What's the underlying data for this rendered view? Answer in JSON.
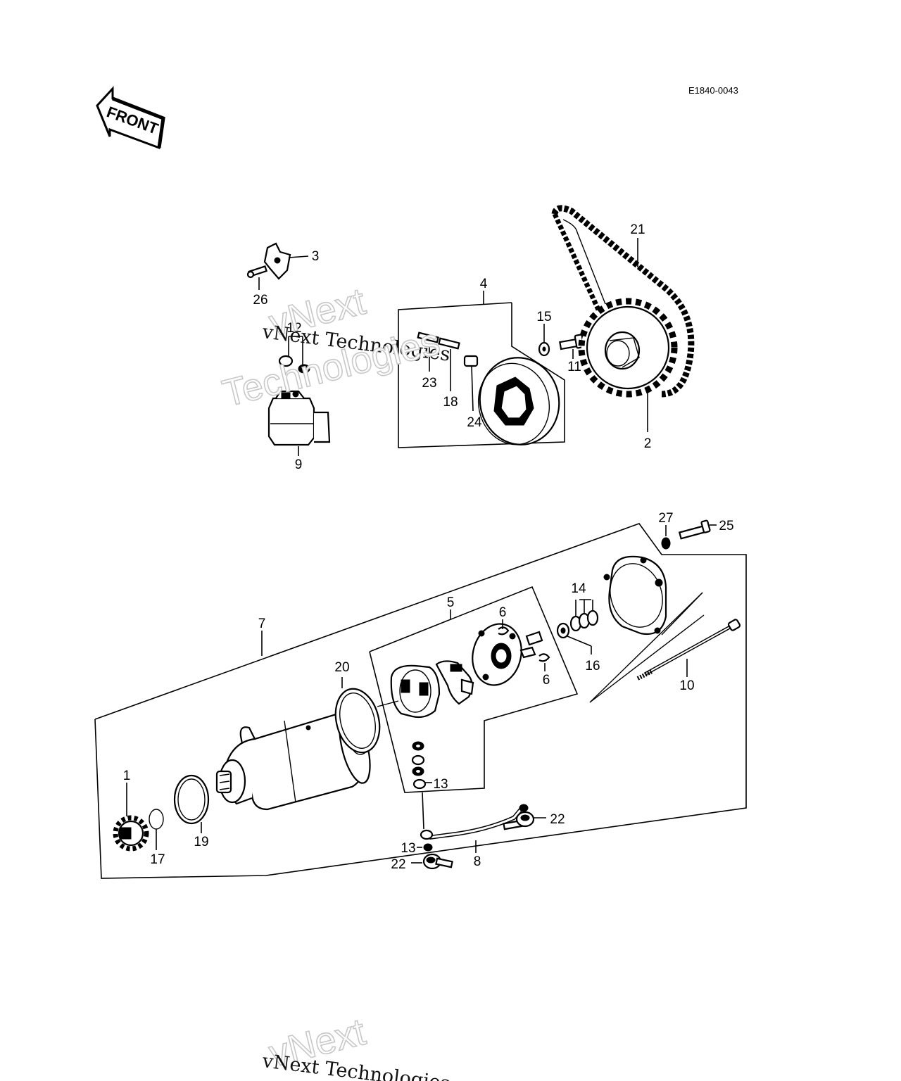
{
  "diagram_code": "E1840-0043",
  "front_label": "FRONT",
  "callouts": {
    "c1": "1",
    "c2": "2",
    "c3": "3",
    "c4": "4",
    "c5": "5",
    "c6a": "6",
    "c6b": "6",
    "c7": "7",
    "c8": "8",
    "c9": "9",
    "c10": "10",
    "c11": "11",
    "c12": "12",
    "c13a": "13",
    "c13b": "13",
    "c14": "14",
    "c15": "15",
    "c16": "16",
    "c17": "17",
    "c18": "18",
    "c19": "19",
    "c20": "20",
    "c21": "21",
    "c22a": "22",
    "c22b": "22",
    "c23": "23",
    "c24": "24",
    "c25": "25",
    "c26": "26",
    "c27": "27"
  },
  "watermark": {
    "brand_top": "vNext",
    "brand_line": "vNext Technologies",
    "brand_bottom": "Technologies"
  }
}
